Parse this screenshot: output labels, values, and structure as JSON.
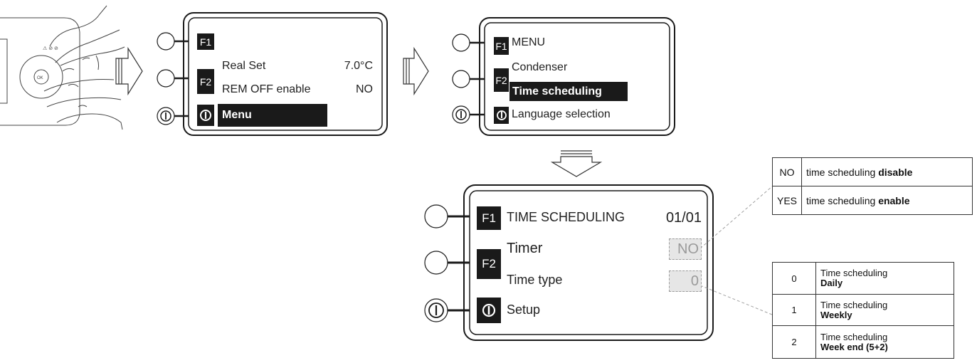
{
  "screen1": {
    "f1_key": "F1",
    "f2_key": "F2",
    "rows": [
      {
        "label": "Real Set",
        "value": "7.0°C"
      },
      {
        "label": "REM OFF enable",
        "value": "NO"
      }
    ],
    "selected": "Menu"
  },
  "screen2": {
    "f1_key": "F1",
    "f2_key": "F2",
    "title": "MENU",
    "items": [
      "Condenser",
      "Time scheduling",
      "Language selection"
    ],
    "selected_index": 1
  },
  "screen3": {
    "f1_key": "F1",
    "f2_key": "F2",
    "title": "TIME SCHEDULING",
    "page": "01/01",
    "rows": [
      {
        "label": "Timer",
        "value": "NO"
      },
      {
        "label": "Time type",
        "value": "0"
      }
    ],
    "bottom": "Setup"
  },
  "keypad": {
    "ok_label": "OK"
  },
  "timer_legend": [
    {
      "key": "NO",
      "text": "time scheduling ",
      "bold": "disable"
    },
    {
      "key": "YES",
      "text": "time scheduling ",
      "bold": "enable"
    }
  ],
  "type_legend": [
    {
      "key": "0",
      "text": "Time scheduling",
      "bold": "Daily"
    },
    {
      "key": "1",
      "text": "Time scheduling",
      "bold": "Weekly"
    },
    {
      "key": "2",
      "text": "Time scheduling",
      "bold": "Week end (5+2)"
    }
  ],
  "colors": {
    "lcd_border": "#1a1a1a",
    "highlight": "#1a1a1a",
    "value_bg": "#e6e6e6",
    "dashed_line": "#a0a0a0"
  }
}
